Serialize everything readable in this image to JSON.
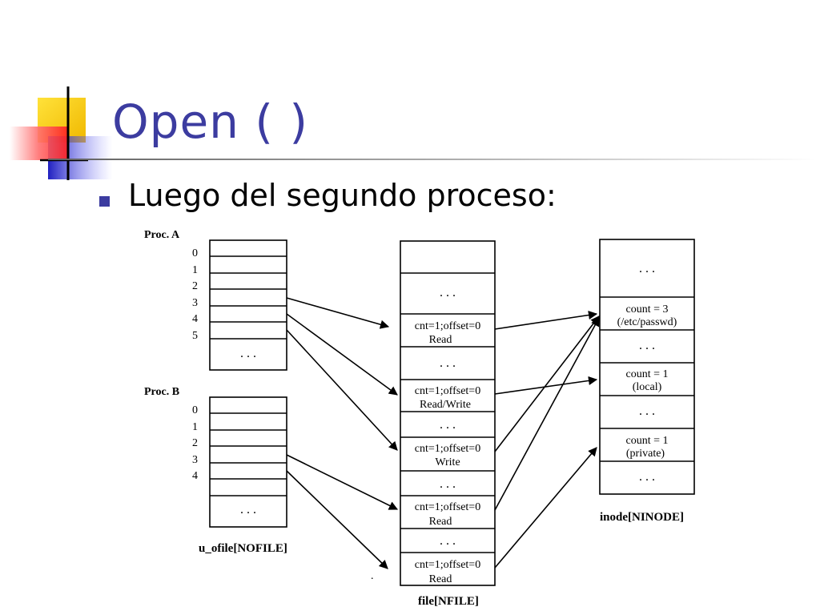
{
  "slide": {
    "title": "Open ( )",
    "bullet": "Luego del segundo proceso:"
  },
  "diagram": {
    "proc_a": {
      "label": "Proc. A",
      "rows": [
        "0",
        "1",
        "2",
        "3",
        "4",
        "5"
      ],
      "ellipsis": ". . ."
    },
    "proc_b": {
      "label": "Proc. B",
      "rows": [
        "0",
        "1",
        "2",
        "3",
        "4"
      ],
      "ellipsis": ". . ."
    },
    "u_ofile_label": "u_ofile[NOFILE]",
    "file_table": {
      "label": "file[NFILE]",
      "cells": [
        {
          "line1": "",
          "line2": ""
        },
        {
          "ellipsis": ". . ."
        },
        {
          "line1": "cnt=1;offset=0",
          "line2": "Read"
        },
        {
          "ellipsis": ". . ."
        },
        {
          "line1": "cnt=1;offset=0",
          "line2": "Read/Write"
        },
        {
          "ellipsis": ". . ."
        },
        {
          "line1": "cnt=1;offset=0",
          "line2": "Write"
        },
        {
          "ellipsis": ". . ."
        },
        {
          "line1": "cnt=1;offset=0",
          "line2": "Read"
        },
        {
          "ellipsis": ". . ."
        },
        {
          "line1": "cnt=1;offset=0",
          "line2": "Read"
        }
      ]
    },
    "inode_table": {
      "label": "inode[NINODE]",
      "cells": [
        {
          "ellipsis": ". . ."
        },
        {
          "line1": "count = 3",
          "line2": "(/etc/passwd)"
        },
        {
          "ellipsis": ". . ."
        },
        {
          "line1": "count = 1",
          "line2": "(local)"
        },
        {
          "ellipsis": ". . ."
        },
        {
          "line1": "count = 1",
          "line2": "(private)"
        },
        {
          "ellipsis": ". . ."
        }
      ]
    },
    "stray_mark": "."
  },
  "colors": {
    "title": "#3c3ca0",
    "bullet": "#3c3ca0",
    "deco_yellow": "#f5d000",
    "deco_red": "#ff3030",
    "deco_blue": "#3030d0"
  }
}
